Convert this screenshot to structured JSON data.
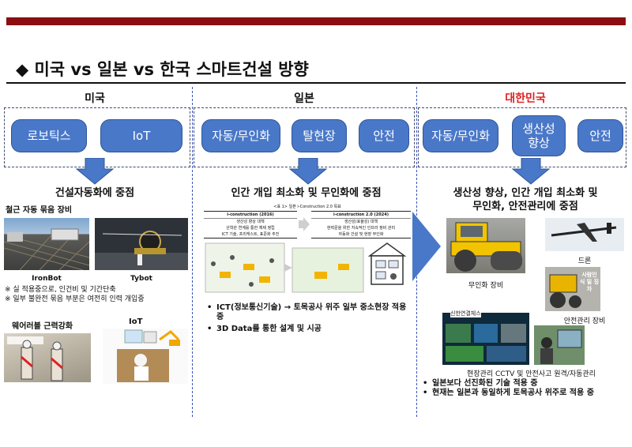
{
  "title": "◆ 미국 vs 일본 vs 한국 스마트건설 방향",
  "colors": {
    "accent_bar": "#8b0e12",
    "pill": "#4a78c8",
    "korea_header": "#e02020",
    "separator": "#3d55b5"
  },
  "usa": {
    "header": "미국",
    "pills": [
      "로보틱스",
      "IoT"
    ],
    "heading": "건설자동화에 중점",
    "subheading": "철근 자동 묶음 장비",
    "image_labels": [
      "IronBot",
      "Tybot"
    ],
    "notes": [
      "※ 실 적용중으로, 인건비 및 기간단축",
      "※ 일부 불완전 묶음 부분은 여전히 인력 개입중"
    ],
    "bottom_labels": [
      "웨어러블 근력강화",
      "IoT"
    ]
  },
  "japan": {
    "header": "일본",
    "pills": [
      "자동/무인화",
      "탈현장",
      "안전"
    ],
    "heading": "인간 개입 최소화 및 무인화에 중점",
    "table": {
      "caption": "<표 1> 일본 i-Construction 2.0 목표",
      "left_header": "i-construction (2016)",
      "left_rows": [
        "생산성 향상 대책",
        "산학관 연계를 통한 체제 정립",
        "ICT 기술, 프리캐스트, 표준화 추진"
      ],
      "right_header": "i-construction 2.0 (2024)",
      "right_rows": [
        "생산성(효율성) 대책",
        "현력문을 위한 지속적인 인프라 정비 관리",
        "자동화 건설 및 현장 무인화"
      ]
    },
    "bullets": [
      "ICT(정보통신기술) → 토목공사 위주 일부 중소현장 적용 중",
      "3D Data를 통한 설계 및 시공"
    ]
  },
  "korea": {
    "header": "대한민국",
    "pills": [
      "자동/무인화",
      "생산성 향상",
      "안전"
    ],
    "heading_lines": [
      "생산성 향상, 인간 개입 최소화 및",
      "무인화, 안전관리에 중점"
    ],
    "image_labels": {
      "roller": "무인화 장비",
      "drone": "드론",
      "safety": "안전관리 장비",
      "cctv": "현장관리 CCTV 및 안전사고 원격/자동관리"
    },
    "overlay_texts": {
      "monitor": "신한연결체스",
      "safety_tag": "사람인 식 밀 징차"
    },
    "bullets": [
      "일본보다 선진화된 기술 적용 중",
      "현재는 일본과 동일하게 토목공사 위주로 적용 중"
    ]
  }
}
